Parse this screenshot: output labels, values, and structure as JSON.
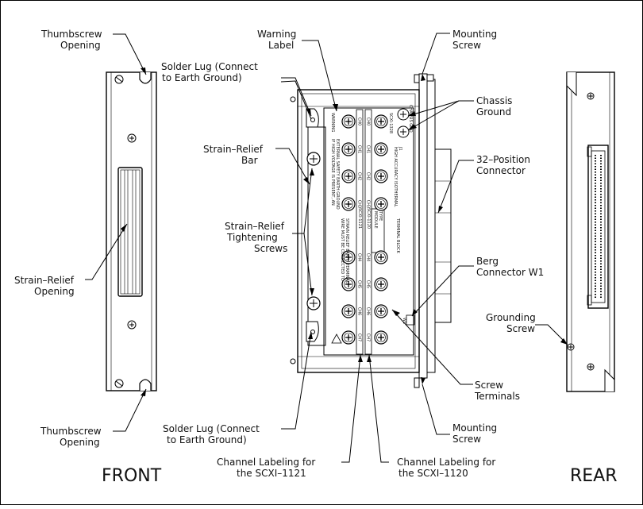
{
  "labels": {
    "thumbscrew_top": [
      "Thumbscrew",
      "Opening"
    ],
    "thumbscrew_bottom": [
      "Thumbscrew",
      "Opening"
    ],
    "strain_relief_opening": [
      "Strain–Relief",
      "Opening"
    ],
    "warning_label": [
      "Warning",
      "Label"
    ],
    "solder_lug_top": [
      "Solder Lug (Connect",
      "to Earth Ground)"
    ],
    "solder_lug_bottom": [
      "Solder Lug (Connect",
      "to Earth Ground)"
    ],
    "strain_relief_bar": [
      "Strain–Relief",
      "Bar"
    ],
    "strain_relief_screws": [
      "Strain–Relief",
      "Tightening",
      "Screws"
    ],
    "mounting_screw_top": [
      "Mounting",
      "Screw"
    ],
    "mounting_screw_bottom": [
      "Mounting",
      "Screw"
    ],
    "chassis_ground": [
      "Chassis",
      "Ground"
    ],
    "connector_32": [
      "32–Position",
      "Connector"
    ],
    "berg_connector": [
      "Berg",
      "Connector W1"
    ],
    "grounding_screw": [
      "Grounding",
      "Screw"
    ],
    "screw_terminals": [
      "Screw",
      "Terminals"
    ],
    "channel_1121": [
      "Channel Labeling for",
      "the SCXI–1121"
    ],
    "channel_1120": [
      "Channel Labeling for",
      "the SCXI–1120"
    ]
  },
  "views": {
    "front": "FRONT",
    "rear": "REAR"
  },
  "terminal_text": {
    "warning_lines": [
      "IF HIGH VOLTAGE IS PRESENT, AN",
      "EXTERNAL SAFETY EARTH GROUND",
      "WIRE MUST BE CONNECTED TO",
      "STRAIN RELIEF EARTH TERMINAL"
    ],
    "module_type": [
      "MODULE",
      "TYPE"
    ],
    "module_1121": "SCXI-1121",
    "module_1120": "SCXI-1120",
    "terminal_block": "TERMINAL BLOCK",
    "title": "HIGH ACCURACY ISOTHERMAL",
    "model": "SCXI-1328",
    "j1": "J1",
    "warning_word": "WARNING",
    "chassis": "CHASSIS GND",
    "w1": "W1",
    "ch_left": [
      "CH0",
      "CH1",
      "CH2",
      "CH3",
      "CH4",
      "CH5",
      "CH6",
      "CH7"
    ],
    "ch_right": [
      "CH0",
      "CH1",
      "CH2",
      "CH3",
      "CH4",
      "CH5",
      "CH6",
      "CH7"
    ]
  }
}
